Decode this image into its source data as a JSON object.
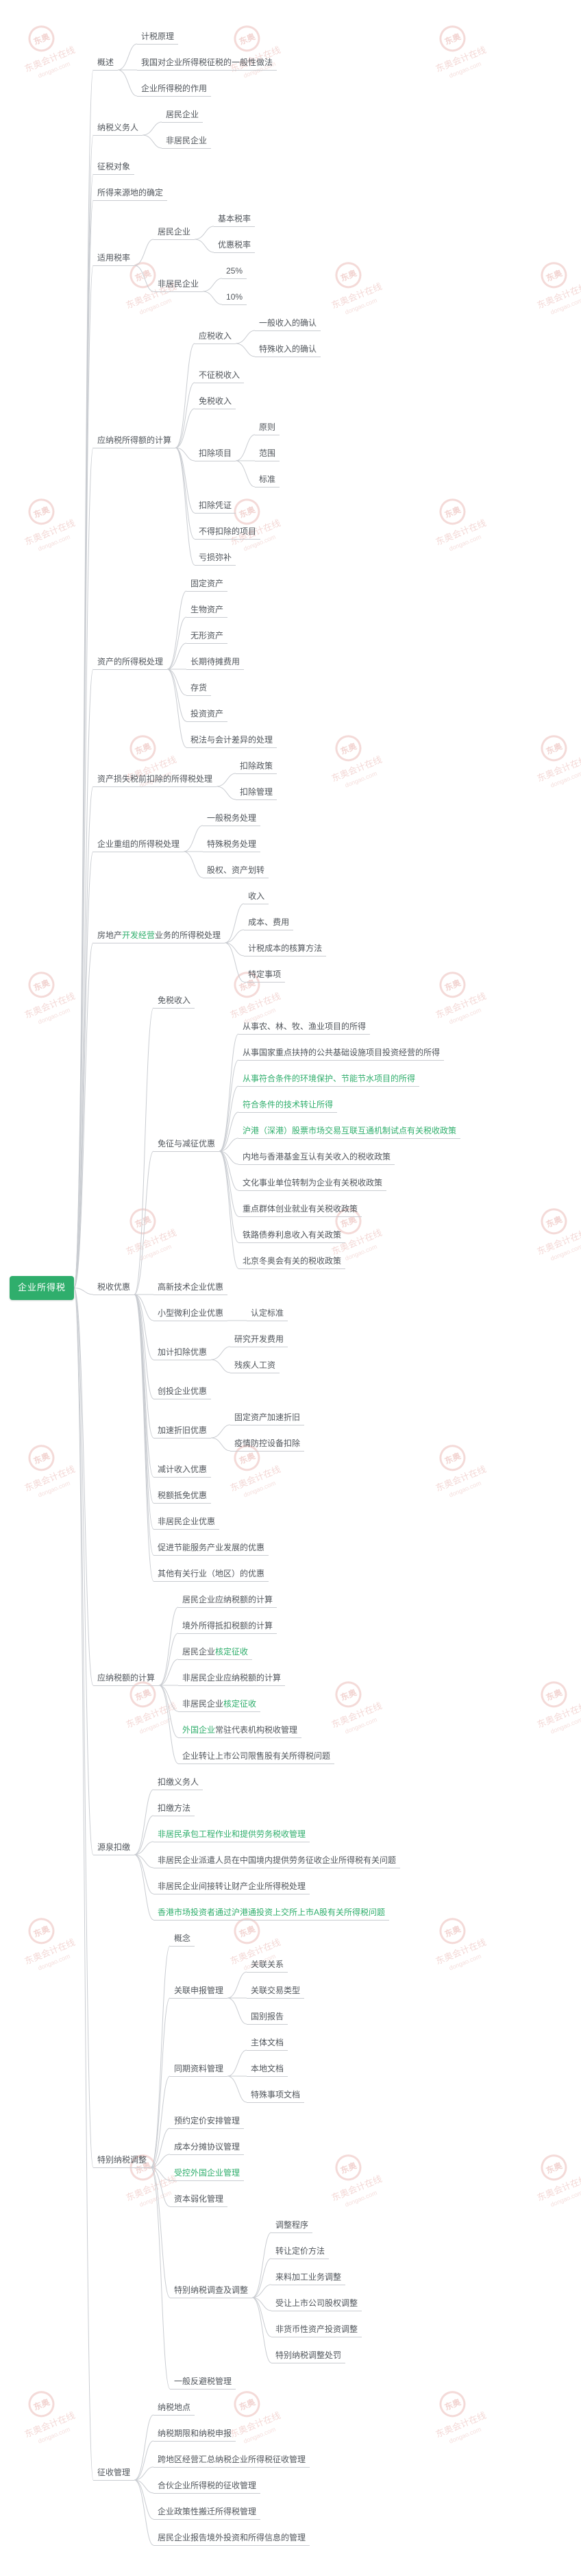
{
  "colors": {
    "accent": "#2fae6c",
    "line": "#c9ccd1",
    "text": "#50555b",
    "watermark": "#d06056",
    "background": "#ffffff"
  },
  "watermark": {
    "seal": "东奥",
    "brand": "东奥会计在线",
    "domain": "dongao.com"
  },
  "tree": {
    "label": "企业所得税",
    "children": [
      {
        "label": "概述",
        "children": [
          {
            "label": "计税原理"
          },
          {
            "label": "我国对企业所得税征税的一般性做法"
          },
          {
            "label": "企业所得税的作用"
          }
        ]
      },
      {
        "label": "纳税义务人",
        "children": [
          {
            "label": "居民企业"
          },
          {
            "label": "非居民企业"
          }
        ]
      },
      {
        "label": "征税对象"
      },
      {
        "label": "所得来源地的确定"
      },
      {
        "label": "适用税率",
        "children": [
          {
            "label": "居民企业",
            "children": [
              {
                "label": "基本税率"
              },
              {
                "label": "优惠税率"
              }
            ]
          },
          {
            "label": "非居民企业",
            "children": [
              {
                "label": "25%"
              },
              {
                "label": "10%"
              }
            ]
          }
        ]
      },
      {
        "label": "应纳税所得额的计算",
        "children": [
          {
            "label": "应税收入",
            "children": [
              {
                "label": "一般收入的确认"
              },
              {
                "label": "特殊收入的确认"
              }
            ]
          },
          {
            "label": "不征税收入"
          },
          {
            "label": "免税收入"
          },
          {
            "label": "扣除项目",
            "children": [
              {
                "label": "原则"
              },
              {
                "label": "范围"
              },
              {
                "label": "标准"
              }
            ]
          },
          {
            "label": "扣除凭证"
          },
          {
            "label": "不得扣除的项目"
          },
          {
            "label": "亏损弥补"
          }
        ]
      },
      {
        "label": "资产的所得税处理",
        "children": [
          {
            "label": "固定资产"
          },
          {
            "label": "生物资产"
          },
          {
            "label": "无形资产"
          },
          {
            "label": "长期待摊费用"
          },
          {
            "label": "存货"
          },
          {
            "label": "投资资产"
          },
          {
            "label": "税法与会计差异的处理"
          }
        ]
      },
      {
        "label": "资产损失税前扣除的所得税处理",
        "children": [
          {
            "label": "扣除政策"
          },
          {
            "label": "扣除管理"
          }
        ]
      },
      {
        "label": "企业重组的所得税处理",
        "children": [
          {
            "label": "一般税务处理"
          },
          {
            "label": "特殊税务处理"
          },
          {
            "label": "股权、资产划转"
          }
        ]
      },
      {
        "label": "房地产开发经营业务的所得税处理",
        "parts": [
          {
            "t": "房地产",
            "hl": false
          },
          {
            "t": "开发经营",
            "hl": true
          },
          {
            "t": "业务的所得税处理",
            "hl": false
          }
        ],
        "children": [
          {
            "label": "收入"
          },
          {
            "label": "成本、费用"
          },
          {
            "label": "计税成本的核算方法"
          },
          {
            "label": "特定事项"
          }
        ]
      },
      {
        "label": "税收优惠",
        "children": [
          {
            "label": "免税收入"
          },
          {
            "label": "免征与减征优惠",
            "children": [
              {
                "label": "从事农、林、牧、渔业项目的所得"
              },
              {
                "label": "从事国家重点扶持的公共基础设施项目投资经营的所得"
              },
              {
                "label": "从事符合条件的环境保护、节能节水项目的所得",
                "hl": true
              },
              {
                "label": "符合条件的技术转让所得",
                "hl": true
              },
              {
                "label": "沪港（深港）股票市场交易互联互通机制试点有关税收政策",
                "hl": true
              },
              {
                "label": "内地与香港基金互认有关收入的税收政策"
              },
              {
                "label": "文化事业单位转制为企业有关税收政策"
              },
              {
                "label": "重点群体创业就业有关税收政策"
              },
              {
                "label": "铁路债券利息收入有关政策"
              },
              {
                "label": "北京冬奥会有关的税收政策"
              }
            ]
          },
          {
            "label": "高新技术企业优惠"
          },
          {
            "label": "小型微利企业优惠",
            "children": [
              {
                "label": "认定标准"
              }
            ]
          },
          {
            "label": "加计扣除优惠",
            "children": [
              {
                "label": "研究开发费用"
              },
              {
                "label": "残疾人工资"
              }
            ]
          },
          {
            "label": "创投企业优惠"
          },
          {
            "label": "加速折旧优惠",
            "children": [
              {
                "label": "固定资产加速折旧"
              },
              {
                "label": "疫情防控设备扣除"
              }
            ]
          },
          {
            "label": "减计收入优惠"
          },
          {
            "label": "税额抵免优惠"
          },
          {
            "label": "非居民企业优惠"
          },
          {
            "label": "促进节能服务产业发展的优惠"
          },
          {
            "label": "其他有关行业（地区）的优惠"
          }
        ]
      },
      {
        "label": "应纳税额的计算",
        "children": [
          {
            "label": "居民企业应纳税额的计算"
          },
          {
            "label": "境外所得抵扣税额的计算"
          },
          {
            "label": "居民企业核定征收",
            "parts": [
              {
                "t": "居民企业",
                "hl": false
              },
              {
                "t": "核定征收",
                "hl": true
              }
            ]
          },
          {
            "label": "非居民企业应纳税额的计算"
          },
          {
            "label": "非居民企业核定征收",
            "parts": [
              {
                "t": "非居民企业",
                "hl": false
              },
              {
                "t": "核定征收",
                "hl": true
              }
            ]
          },
          {
            "label": "外国企业常驻代表机构税收管理",
            "parts": [
              {
                "t": "外国企业",
                "hl": true
              },
              {
                "t": "常驻代表机构税收管理",
                "hl": false
              }
            ]
          },
          {
            "label": "企业转让上市公司限售股有关所得税问题"
          }
        ]
      },
      {
        "label": "源泉扣缴",
        "children": [
          {
            "label": "扣缴义务人"
          },
          {
            "label": "扣缴方法"
          },
          {
            "label": "非居民承包工程作业和提供劳务税收管理",
            "hl": true
          },
          {
            "label": "非居民企业派遣人员在中国境内提供劳务征收企业所得税有关问题"
          },
          {
            "label": "非居民企业间接转让财产企业所得税处理"
          },
          {
            "label": "香港市场投资者通过沪港通投资上交所上市A股有关所得税问题",
            "hl": true
          }
        ]
      },
      {
        "label": "特别纳税调整",
        "children": [
          {
            "label": "概念"
          },
          {
            "label": "关联申报管理",
            "children": [
              {
                "label": "关联关系"
              },
              {
                "label": "关联交易类型"
              },
              {
                "label": "国别报告"
              }
            ]
          },
          {
            "label": "同期资料管理",
            "children": [
              {
                "label": "主体文档"
              },
              {
                "label": "本地文档"
              },
              {
                "label": "特殊事项文档"
              }
            ]
          },
          {
            "label": "预约定价安排管理"
          },
          {
            "label": "成本分摊协议管理"
          },
          {
            "label": "受控外国企业管理",
            "hl": true
          },
          {
            "label": "资本弱化管理"
          },
          {
            "label": "特别纳税调查及调整",
            "children": [
              {
                "label": "调整程序"
              },
              {
                "label": "转让定价方法"
              },
              {
                "label": "来料加工业务调整"
              },
              {
                "label": "受让上市公司股权调整"
              },
              {
                "label": "非货币性资产投资调整"
              },
              {
                "label": "特别纳税调整处罚"
              }
            ]
          },
          {
            "label": "一般反避税管理"
          }
        ]
      },
      {
        "label": "征收管理",
        "children": [
          {
            "label": "纳税地点"
          },
          {
            "label": "纳税期限和纳税申报"
          },
          {
            "label": "跨地区经营汇总纳税企业所得税征收管理"
          },
          {
            "label": "合伙企业所得税的征收管理"
          },
          {
            "label": "企业政策性搬迁所得税管理"
          },
          {
            "label": "居民企业报告境外投资和所得信息的管理"
          }
        ]
      }
    ]
  }
}
